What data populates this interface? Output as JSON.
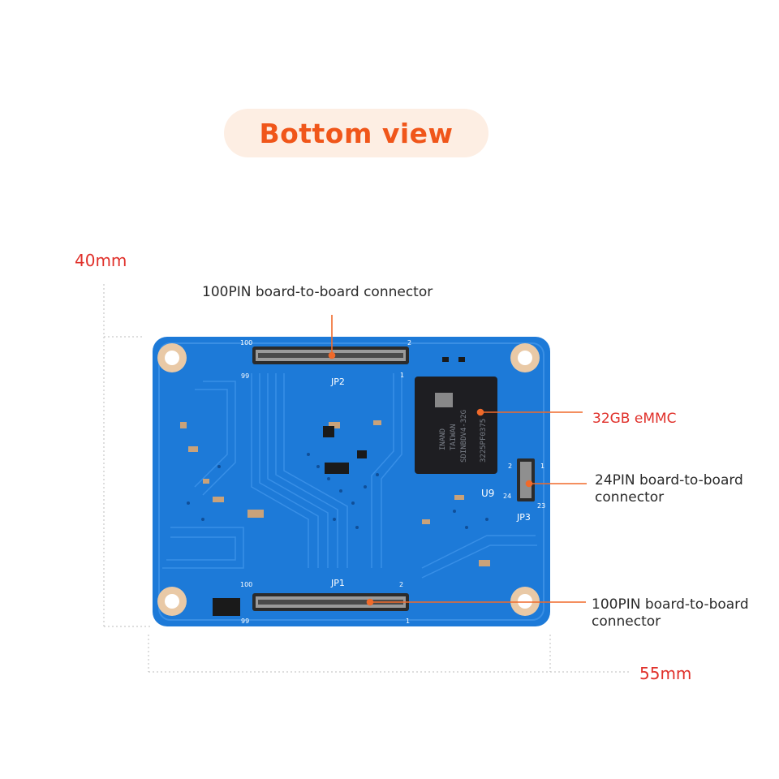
{
  "title": "Bottom view",
  "dimensions": {
    "height": "40mm",
    "width": "55mm"
  },
  "board": {
    "color": "#1d7ad8",
    "pad_color": "#e9c9a6",
    "silkscreen": {
      "jp1": "JP1",
      "jp2": "JP2",
      "jp3": "JP3",
      "u9": "U9",
      "pin_100": "100",
      "pin_99": "99",
      "pin_2": "2",
      "pin_1": "1",
      "pin_24": "24",
      "pin_23": "23"
    },
    "chip_text": [
      "INAND",
      "TAIWAN",
      "SDINBDV4-32G",
      "3225PF0375"
    ]
  },
  "callouts": {
    "top_connector": "100PIN board-to-board connector",
    "emmc": "32GB eMMC",
    "pin24_line1": "24PIN board-to-board",
    "pin24_line2": "connector",
    "bottom_line1": "100PIN board-to-board",
    "bottom_line2": "connector"
  },
  "colors": {
    "accent": "#f0561a",
    "dimension": "#e0302a",
    "leader": "#f06a2a"
  }
}
